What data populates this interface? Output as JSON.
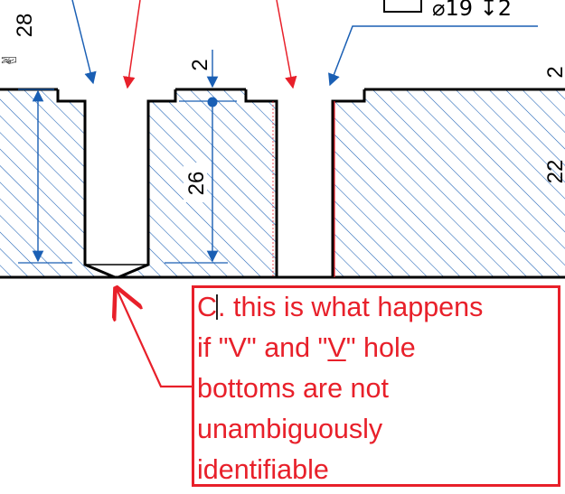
{
  "dimensions": {
    "left_total": "28",
    "counterbore_depth": "2",
    "hole_depth": "26",
    "right_top": "2",
    "right_bottom": "22"
  },
  "hole_callout": {
    "text": "⌀19 ↧2"
  },
  "side_symbol": "✌",
  "note": {
    "label_letter": "C",
    "line1_rest": ". this is what happens",
    "line2_pre": "if \"V\" and \"",
    "line2_u": "V",
    "line2_post": "\" hole",
    "line3": "bottoms are not",
    "line4": "unambiguously",
    "line5": "identifiable"
  },
  "colors": {
    "dimension_line": "#1a5fb4",
    "leader": "#e8202a",
    "hatch": "#1a5fb4",
    "outline": "#000000",
    "note": "#e8202a"
  }
}
